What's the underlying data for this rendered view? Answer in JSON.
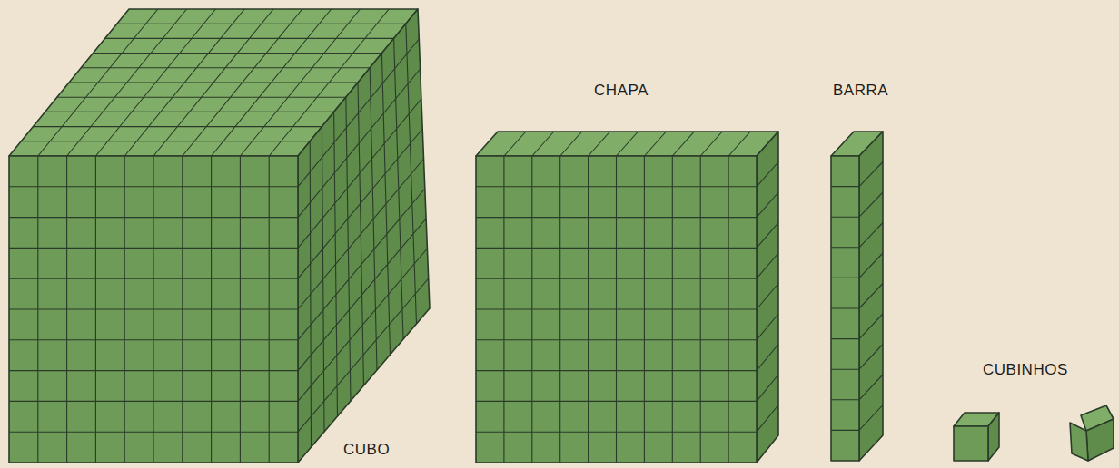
{
  "diagram": {
    "labels": [
      "CHAPA",
      "BARRA",
      "CUBINHOS",
      "CUBO"
    ]
  }
}
